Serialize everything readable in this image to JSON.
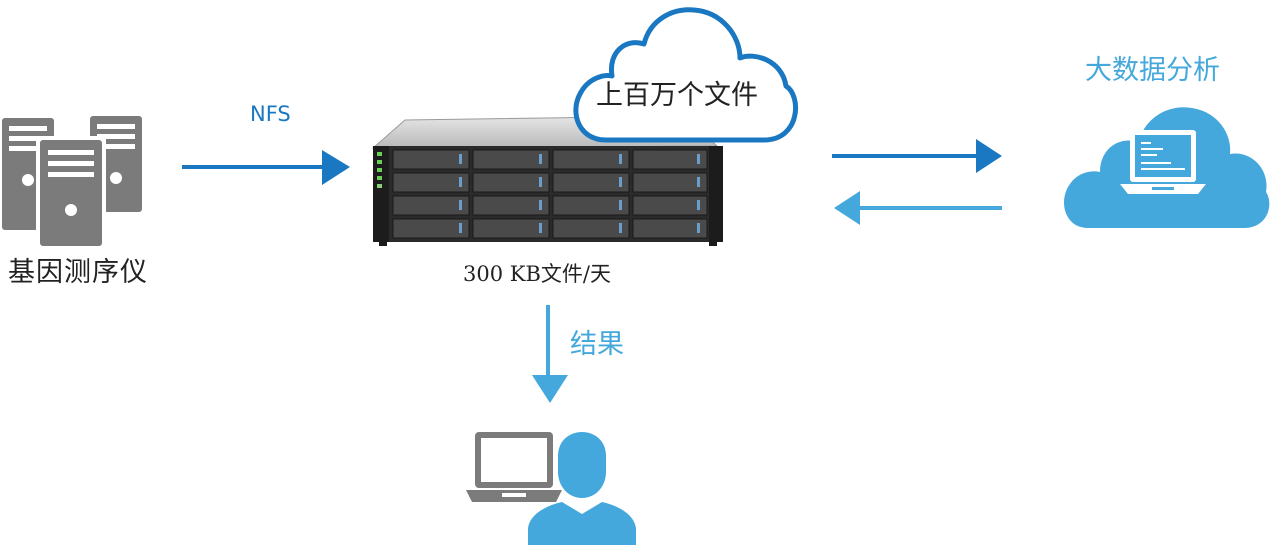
{
  "diagram": {
    "sequencer": {
      "label": "基因测序仪"
    },
    "protocol": {
      "label": "NFS"
    },
    "storage": {
      "label": "300 KB文件/天"
    },
    "cloud_files": {
      "label": "上百万个文件"
    },
    "analytics": {
      "label": "大数据分析"
    },
    "results": {
      "label": "结果"
    }
  },
  "colors": {
    "dark_blue": "#1a78c2",
    "light_blue": "#45a8dc",
    "gray_server": "#7b7b7b"
  },
  "icons": [
    "server-tower-icon",
    "storage-array-icon",
    "cloud-icon",
    "cloud-laptop-icon",
    "laptop-icon",
    "user-icon",
    "arrow-right-icon",
    "arrow-left-icon",
    "arrow-down-icon"
  ]
}
